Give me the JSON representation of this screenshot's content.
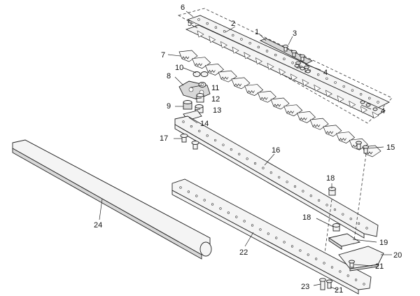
{
  "callouts": [
    {
      "id": "c6",
      "text": "6"
    },
    {
      "id": "c5",
      "text": "5"
    },
    {
      "id": "c2",
      "text": "2"
    },
    {
      "id": "c1",
      "text": "1"
    },
    {
      "id": "c3",
      "text": "3"
    },
    {
      "id": "c7",
      "text": "7"
    },
    {
      "id": "c4a",
      "text": "4"
    },
    {
      "id": "c4b",
      "text": "4"
    },
    {
      "id": "c10",
      "text": "10"
    },
    {
      "id": "c8",
      "text": "8"
    },
    {
      "id": "c11",
      "text": "11"
    },
    {
      "id": "c12",
      "text": "12"
    },
    {
      "id": "c9",
      "text": "9"
    },
    {
      "id": "c13",
      "text": "13"
    },
    {
      "id": "c14",
      "text": "14"
    },
    {
      "id": "c17",
      "text": "17"
    },
    {
      "id": "c16",
      "text": "16"
    },
    {
      "id": "c15",
      "text": "15"
    },
    {
      "id": "c18a",
      "text": "18"
    },
    {
      "id": "c18b",
      "text": "18"
    },
    {
      "id": "c24",
      "text": "24"
    },
    {
      "id": "c22",
      "text": "22"
    },
    {
      "id": "c19",
      "text": "19"
    },
    {
      "id": "c20",
      "text": "20"
    },
    {
      "id": "c21a",
      "text": "21"
    },
    {
      "id": "c23",
      "text": "23"
    },
    {
      "id": "c21b",
      "text": "21"
    }
  ]
}
